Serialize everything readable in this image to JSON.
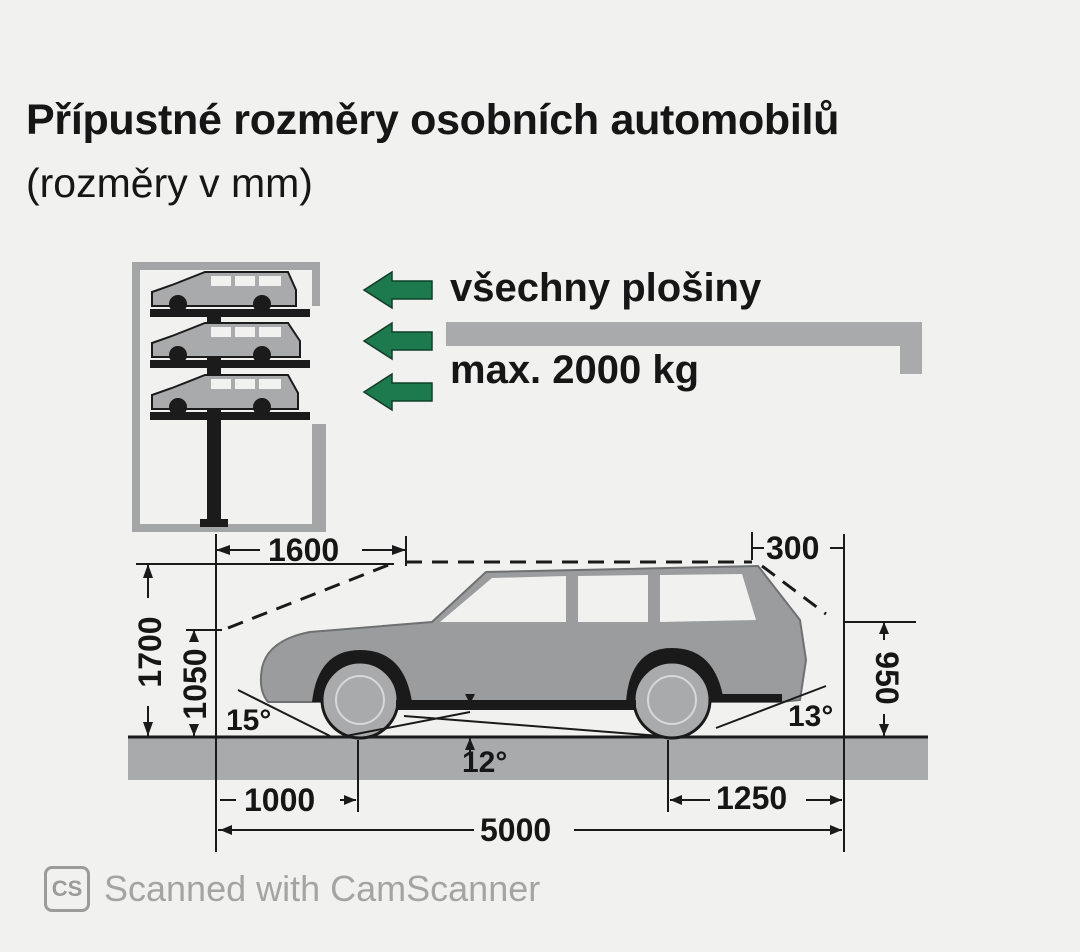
{
  "title": "Přípustné rozměry osobních automobilů",
  "subtitle": "(rozměry v mm)",
  "platforms_label": "všechny plošiny",
  "weight_label": "max. 2000 kg",
  "dimensions": {
    "overhang_front_top": "1600",
    "overhang_rear_top": "300",
    "total_height": "1700",
    "front_height": "1050",
    "rear_height": "950",
    "front_wheel_offset": "1000",
    "rear_wheel_offset": "1250",
    "total_length": "5000",
    "angle_front": "15°",
    "angle_rear": "13°",
    "angle_under": "12°"
  },
  "watermark": {
    "logo": "CS",
    "text": "Scanned with CamScanner"
  },
  "colors": {
    "arrow": "#1d7a4e",
    "car": "#9a9c9e",
    "ground": "#a8aaac",
    "line": "#1a1a1a"
  }
}
